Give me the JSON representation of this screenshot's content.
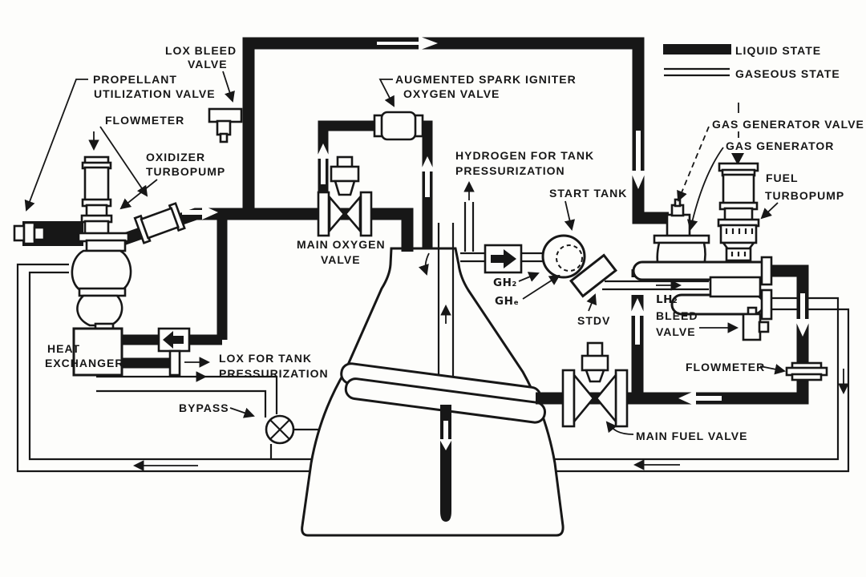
{
  "legend": {
    "liquid_label": "LIQUID STATE",
    "gaseous_label": "GASEOUS STATE"
  },
  "labels": {
    "lox_bleed_valve": [
      "LOX BLEED",
      "VALVE"
    ],
    "propellant_utilization_valve": [
      "PROPELLANT",
      "UTILIZATION VALVE"
    ],
    "flowmeter_left": "FLOWMETER",
    "oxidizer_turbopump": [
      "OXIDIZER",
      "TURBOPUMP"
    ],
    "asi_oxygen_valve": [
      "AUGMENTED SPARK IGNITER",
      "OXYGEN VALVE"
    ],
    "hydrogen_pressurization": [
      "HYDROGEN FOR TANK",
      "PRESSURIZATION"
    ],
    "start_tank": "START TANK",
    "gas_generator_valve": "GAS GENERATOR VALVE",
    "gas_generator": "GAS GENERATOR",
    "fuel_turbopump": [
      "FUEL",
      "TURBOPUMP"
    ],
    "main_oxygen_valve": [
      "MAIN OXYGEN",
      "VALVE"
    ],
    "gh2": "GH₂",
    "ghe": "GHₑ",
    "stdv": "STDV",
    "lh2_bleed_valve": [
      "LH₂",
      "BLEED",
      "VALVE"
    ],
    "heat_exchanger": [
      "HEAT",
      "EXCHANGER"
    ],
    "lox_pressurization": [
      "LOX FOR TANK",
      "PRESSURIZATION"
    ],
    "bypass": "BYPASS",
    "flowmeter_right": "FLOWMETER",
    "main_fuel_valve": "MAIN FUEL VALVE"
  },
  "colors": {
    "ink": "#171717",
    "paper": "#fdfdfb"
  }
}
